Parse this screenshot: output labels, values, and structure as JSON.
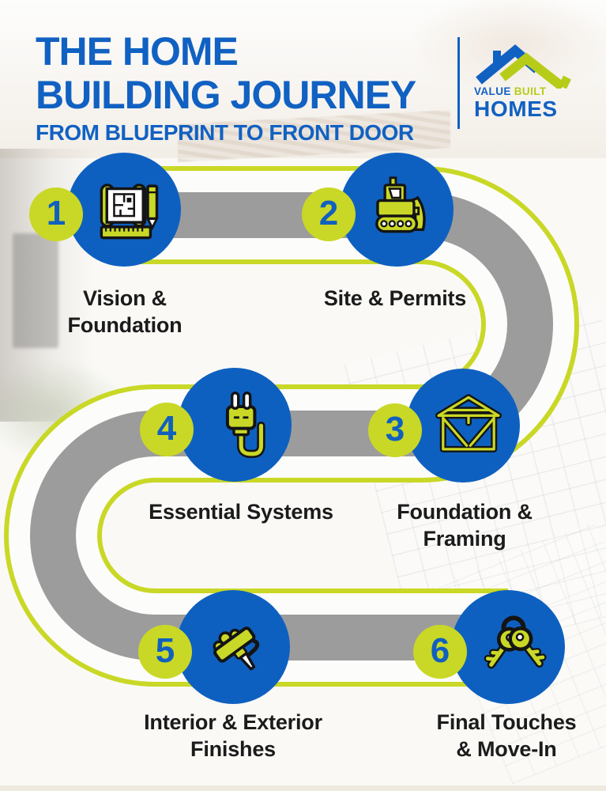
{
  "header": {
    "title_line1": "THE HOME",
    "title_line2": "BUILDING JOURNEY",
    "subtitle": "FROM BLUEPRINT TO FRONT DOOR"
  },
  "logo": {
    "word_value": "VALUE",
    "word_built": "BUILT",
    "word_homes": "HOMES"
  },
  "colors": {
    "brand_blue": "#1161c2",
    "circle_blue": "#0e60c0",
    "lime": "#c9d826",
    "road_gray": "#9c9c9c",
    "label_text": "#1b1b1b"
  },
  "steps": [
    {
      "number": "1",
      "label_lines": [
        "Vision &",
        "Foundation"
      ],
      "icon": "blueprint-icon"
    },
    {
      "number": "2",
      "label_lines": [
        "Site & Permits"
      ],
      "icon": "bulldozer-icon"
    },
    {
      "number": "3",
      "label_lines": [
        "Foundation &",
        "Framing"
      ],
      "icon": "house-frame-icon"
    },
    {
      "number": "4",
      "label_lines": [
        "Essential Systems"
      ],
      "icon": "plug-icon"
    },
    {
      "number": "5",
      "label_lines": [
        "Interior & Exterior",
        "Finishes"
      ],
      "icon": "paint-roller-icon"
    },
    {
      "number": "6",
      "label_lines": [
        "Final Touches",
        "& Move-In"
      ],
      "icon": "keys-icon"
    }
  ]
}
